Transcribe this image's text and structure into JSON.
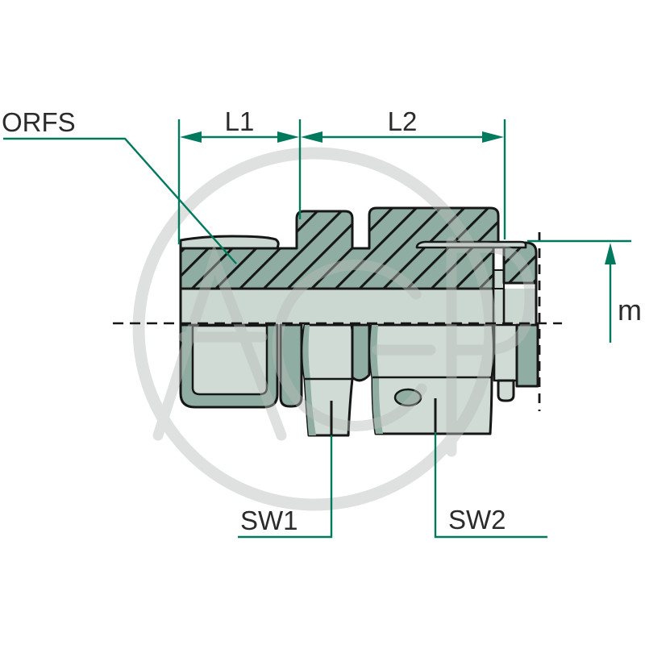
{
  "drawing": {
    "type": "technical-cross-section",
    "subject": "ORFS straight bulkhead adapter fitting",
    "watermark": "AGP",
    "labels": {
      "orfs": "ORFS",
      "l1": "L1",
      "l2": "L2",
      "m": "m",
      "sw1": "SW1",
      "sw2": "SW2"
    },
    "colors": {
      "dimension_line": "#00795c",
      "outline": "#161616",
      "body_light": "#cbd8d1",
      "body_panel": "#cfdbd4",
      "body_dark": "#8fada2",
      "background": "#ffffff",
      "watermark_gray": "#b8bdba",
      "label_text": "#2b2b2b"
    }
  }
}
